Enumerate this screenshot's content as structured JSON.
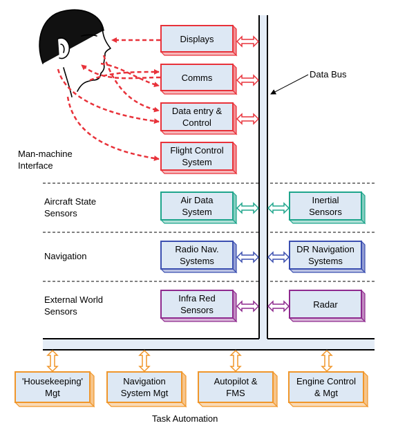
{
  "colors": {
    "interface": "#e8323a",
    "air_data": "#1fa58c",
    "navigation": "#3b4fb0",
    "external": "#8e2a8e",
    "automation": "#f0962a",
    "box_fill": "#dde8f4",
    "bus_fill": "#e4ecf6"
  },
  "labels": {
    "data_bus": "Data Bus",
    "task_automation": "Task Automation"
  },
  "sections": {
    "man_machine": "Man-machine\nInterface",
    "aircraft_state": "Aircraft State\nSensors",
    "navigation": "Navigation",
    "external_world": "External World\nSensors"
  },
  "interface_boxes": {
    "displays": "Displays",
    "comms": "Comms",
    "data_entry": "Data entry &\nControl",
    "flight_control": "Flight Control\nSystem"
  },
  "sensor_boxes": {
    "air_data": "Air Data\nSystem",
    "inertial": "Inertial\nSensors",
    "radio_nav": "Radio Nav.\nSystems",
    "dr_nav": "DR Navigation\nSystems",
    "infra_red": "Infra Red\nSensors",
    "radar": "Radar"
  },
  "automation_boxes": {
    "housekeeping": "'Housekeeping'\nMgt",
    "nav_system_mgt": "Navigation\nSystem Mgt",
    "autopilot": "Autopilot &\nFMS",
    "engine_control": "Engine Control\n& Mgt"
  }
}
